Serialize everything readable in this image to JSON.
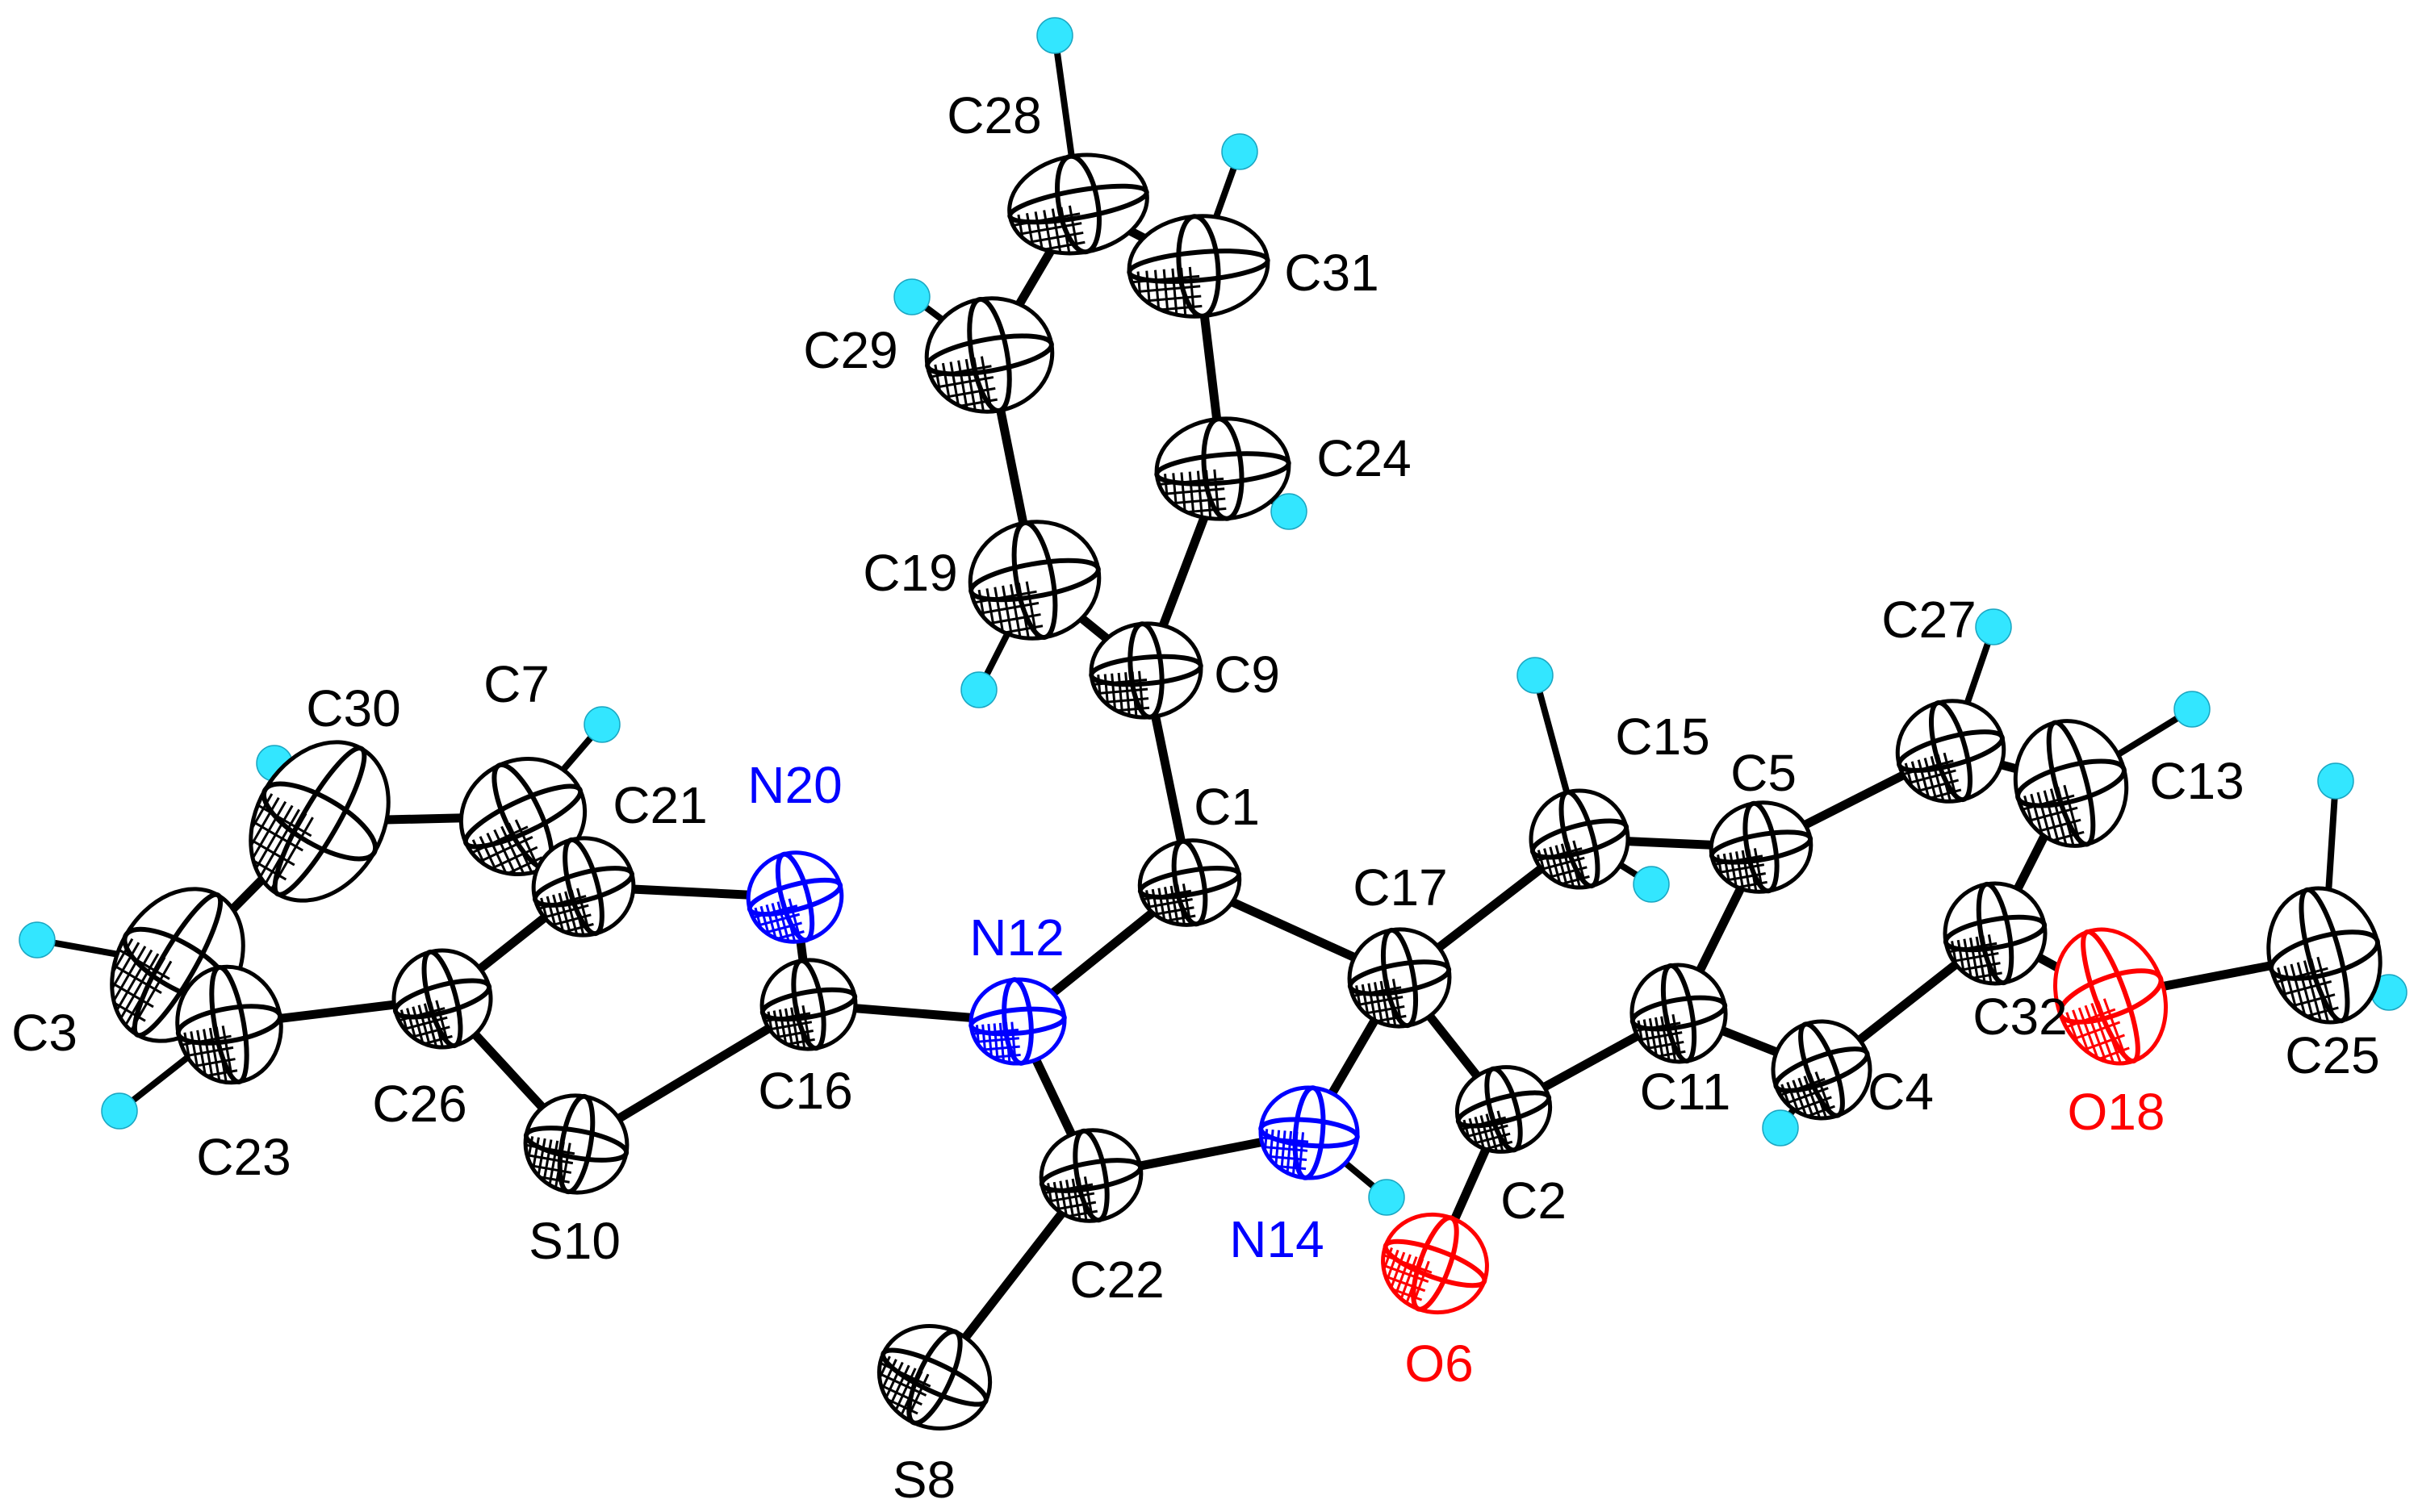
{
  "colors": {
    "carbon": "#000000",
    "sulfur": "#000000",
    "nitrogen": "#0000ff",
    "oxygen": "#ff0000",
    "hydrogen": "#33e6ff",
    "bond": "#000000",
    "background": "#ffffff"
  },
  "atoms": [
    {
      "id": "C1",
      "label": "C1",
      "element": "C"
    },
    {
      "id": "C2",
      "label": "C2",
      "element": "C"
    },
    {
      "id": "C3",
      "label": "C3",
      "element": "C"
    },
    {
      "id": "C4",
      "label": "C4",
      "element": "C"
    },
    {
      "id": "C5",
      "label": "C5",
      "element": "C"
    },
    {
      "id": "O6",
      "label": "O6",
      "element": "O"
    },
    {
      "id": "C7",
      "label": "C7",
      "element": "C"
    },
    {
      "id": "S8",
      "label": "S8",
      "element": "S"
    },
    {
      "id": "C9",
      "label": "C9",
      "element": "C"
    },
    {
      "id": "S10",
      "label": "S10",
      "element": "S"
    },
    {
      "id": "C11",
      "label": "C11",
      "element": "C"
    },
    {
      "id": "N12",
      "label": "N12",
      "element": "N"
    },
    {
      "id": "C13",
      "label": "C13",
      "element": "C"
    },
    {
      "id": "N14",
      "label": "N14",
      "element": "N"
    },
    {
      "id": "C15",
      "label": "C15",
      "element": "C"
    },
    {
      "id": "C16",
      "label": "C16",
      "element": "C"
    },
    {
      "id": "C17",
      "label": "C17",
      "element": "C"
    },
    {
      "id": "O18",
      "label": "O18",
      "element": "O"
    },
    {
      "id": "C19",
      "label": "C19",
      "element": "C"
    },
    {
      "id": "N20",
      "label": "N20",
      "element": "N"
    },
    {
      "id": "C21",
      "label": "C21",
      "element": "C"
    },
    {
      "id": "C22",
      "label": "C22",
      "element": "C"
    },
    {
      "id": "C23",
      "label": "C23",
      "element": "C"
    },
    {
      "id": "C24",
      "label": "C24",
      "element": "C"
    },
    {
      "id": "C25",
      "label": "C25",
      "element": "C"
    },
    {
      "id": "C26",
      "label": "C26",
      "element": "C"
    },
    {
      "id": "C27",
      "label": "C27",
      "element": "C"
    },
    {
      "id": "C28",
      "label": "C28",
      "element": "C"
    },
    {
      "id": "C29",
      "label": "C29",
      "element": "C"
    },
    {
      "id": "C30",
      "label": "C30",
      "element": "C"
    },
    {
      "id": "C31",
      "label": "C31",
      "element": "C"
    },
    {
      "id": "C32",
      "label": "C32",
      "element": "C"
    }
  ],
  "bonds": [
    [
      "C1",
      "N12"
    ],
    [
      "C1",
      "C17"
    ],
    [
      "C1",
      "C9"
    ],
    [
      "C9",
      "C19"
    ],
    [
      "C9",
      "C24"
    ],
    [
      "C19",
      "C29"
    ],
    [
      "C29",
      "C28"
    ],
    [
      "C28",
      "C31"
    ],
    [
      "C31",
      "C24"
    ],
    [
      "N12",
      "C16"
    ],
    [
      "N12",
      "C22"
    ],
    [
      "C22",
      "S8"
    ],
    [
      "C22",
      "N14"
    ],
    [
      "N14",
      "C17"
    ],
    [
      "C17",
      "C2"
    ],
    [
      "C17",
      "C15"
    ],
    [
      "C2",
      "O6"
    ],
    [
      "C2",
      "C11"
    ],
    [
      "C15",
      "C5"
    ],
    [
      "C5",
      "C11"
    ],
    [
      "C5",
      "C27"
    ],
    [
      "C11",
      "C4"
    ],
    [
      "C4",
      "C32"
    ],
    [
      "C32",
      "C13"
    ],
    [
      "C13",
      "C27"
    ],
    [
      "C32",
      "O18"
    ],
    [
      "O18",
      "C25"
    ],
    [
      "C16",
      "N20"
    ],
    [
      "C16",
      "S10"
    ],
    [
      "N20",
      "C21"
    ],
    [
      "C21",
      "C26"
    ],
    [
      "C26",
      "S10"
    ],
    [
      "C21",
      "C7"
    ],
    [
      "C7",
      "C30"
    ],
    [
      "C30",
      "C3"
    ],
    [
      "C3",
      "C23"
    ],
    [
      "C23",
      "C26"
    ]
  ],
  "hydrogens": [
    {
      "on": "C28"
    },
    {
      "on": "C31"
    },
    {
      "on": "C29"
    },
    {
      "on": "C24"
    },
    {
      "on": "C19"
    },
    {
      "on": "C7"
    },
    {
      "on": "C30"
    },
    {
      "on": "C3"
    },
    {
      "on": "C23"
    },
    {
      "on": "C15"
    },
    {
      "on": "C15"
    },
    {
      "on": "C27"
    },
    {
      "on": "C13"
    },
    {
      "on": "C25"
    },
    {
      "on": "C25"
    },
    {
      "on": "C4"
    },
    {
      "on": "N14"
    }
  ]
}
